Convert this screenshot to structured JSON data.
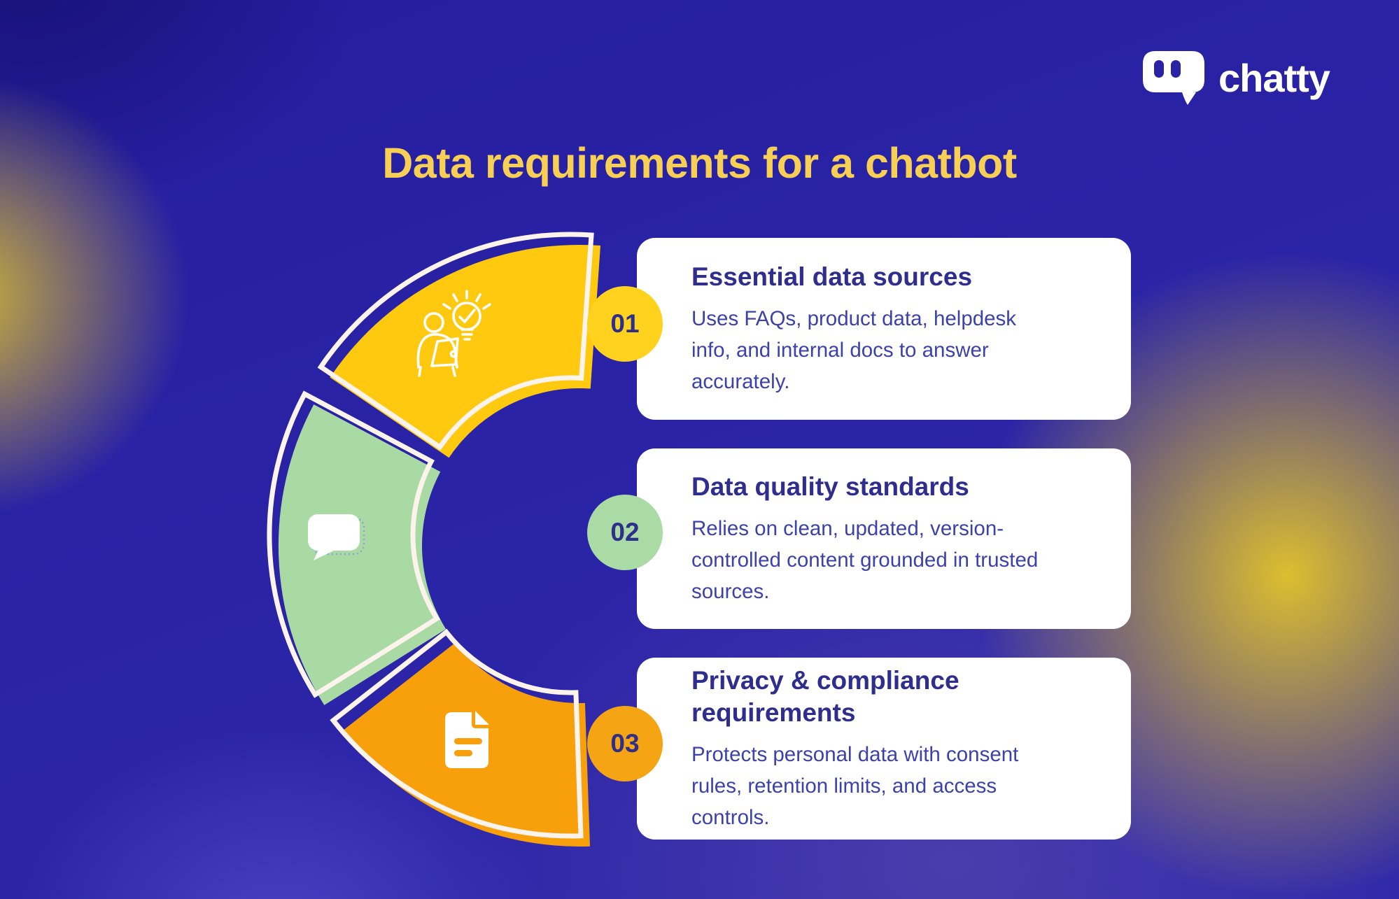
{
  "brand": {
    "name": "chatty"
  },
  "title": "Data requirements for a chatbot",
  "colors": {
    "background_base": "#2A23A6",
    "background_glow_yellow": "#E2C22B",
    "background_glow_purple": "#5C51CC",
    "title": "#F8CF55",
    "card_background": "#FFFFFF",
    "heading_text": "#2F2D8E",
    "body_text": "#3D41AA",
    "badge_number_text": "#2D2F8A",
    "segment_outline": "#FBF3EC",
    "logo_text": "#FFFFFF"
  },
  "steps": [
    {
      "number": "01",
      "heading": "Essential data sources",
      "body": "Uses FAQs, product data, helpdesk\ninfo, and internal docs to answer\naccurately.",
      "icon": "person-lightbulb-icon",
      "colors": {
        "segment": "#FFC90F",
        "badge": "#FFD21E"
      }
    },
    {
      "number": "02",
      "heading": "Data quality standards",
      "body": "Relies on clean, updated, version-\ncontrolled content grounded in trusted\nsources.",
      "icon": "speech-bubble-icon",
      "colors": {
        "segment": "#A9DAA3",
        "badge": "#ABDBA4"
      }
    },
    {
      "number": "03",
      "heading": "Privacy & compliance\nrequirements",
      "body": "Protects personal data with consent\nrules, retention limits, and access\ncontrols.",
      "icon": "document-icon",
      "colors": {
        "segment": "#F7A00C",
        "badge": "#F5A414"
      }
    }
  ]
}
